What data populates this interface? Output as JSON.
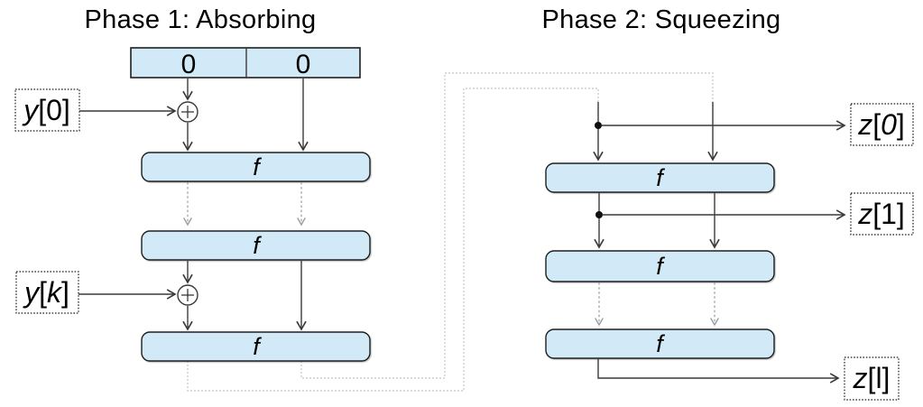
{
  "diagram": {
    "phase1_title": "Phase 1: Absorbing",
    "phase2_title": "Phase 2: Squeezing",
    "f_label": "f",
    "state_cells": [
      "0",
      "0"
    ],
    "inputs": {
      "y0": {
        "var": "y",
        "open": "[",
        "index": "0",
        "close": "]",
        "index_font_style": "normal"
      },
      "yk": {
        "var": "y",
        "open": "[",
        "index": "k",
        "close": "]",
        "index_font_style": "italic"
      }
    },
    "outputs": {
      "z0": {
        "var": "z",
        "open": "[",
        "index": "0",
        "close": "]",
        "index_font_style": "italic"
      },
      "z1": {
        "var": "z",
        "open": "[",
        "index": "1",
        "close": "]",
        "index_font_style": "normal"
      },
      "zl": {
        "var": "z",
        "open": "[",
        "index": "l",
        "close": "]",
        "index_font_style": "normal"
      }
    }
  },
  "colors": {
    "box_fill": "#d2eaf8",
    "box_border": "#1f1f1f",
    "arrow": "#3a3a3a",
    "omission_arrow": "#9a9a9a",
    "connector": "#c4c4c4",
    "text": "#000000"
  }
}
